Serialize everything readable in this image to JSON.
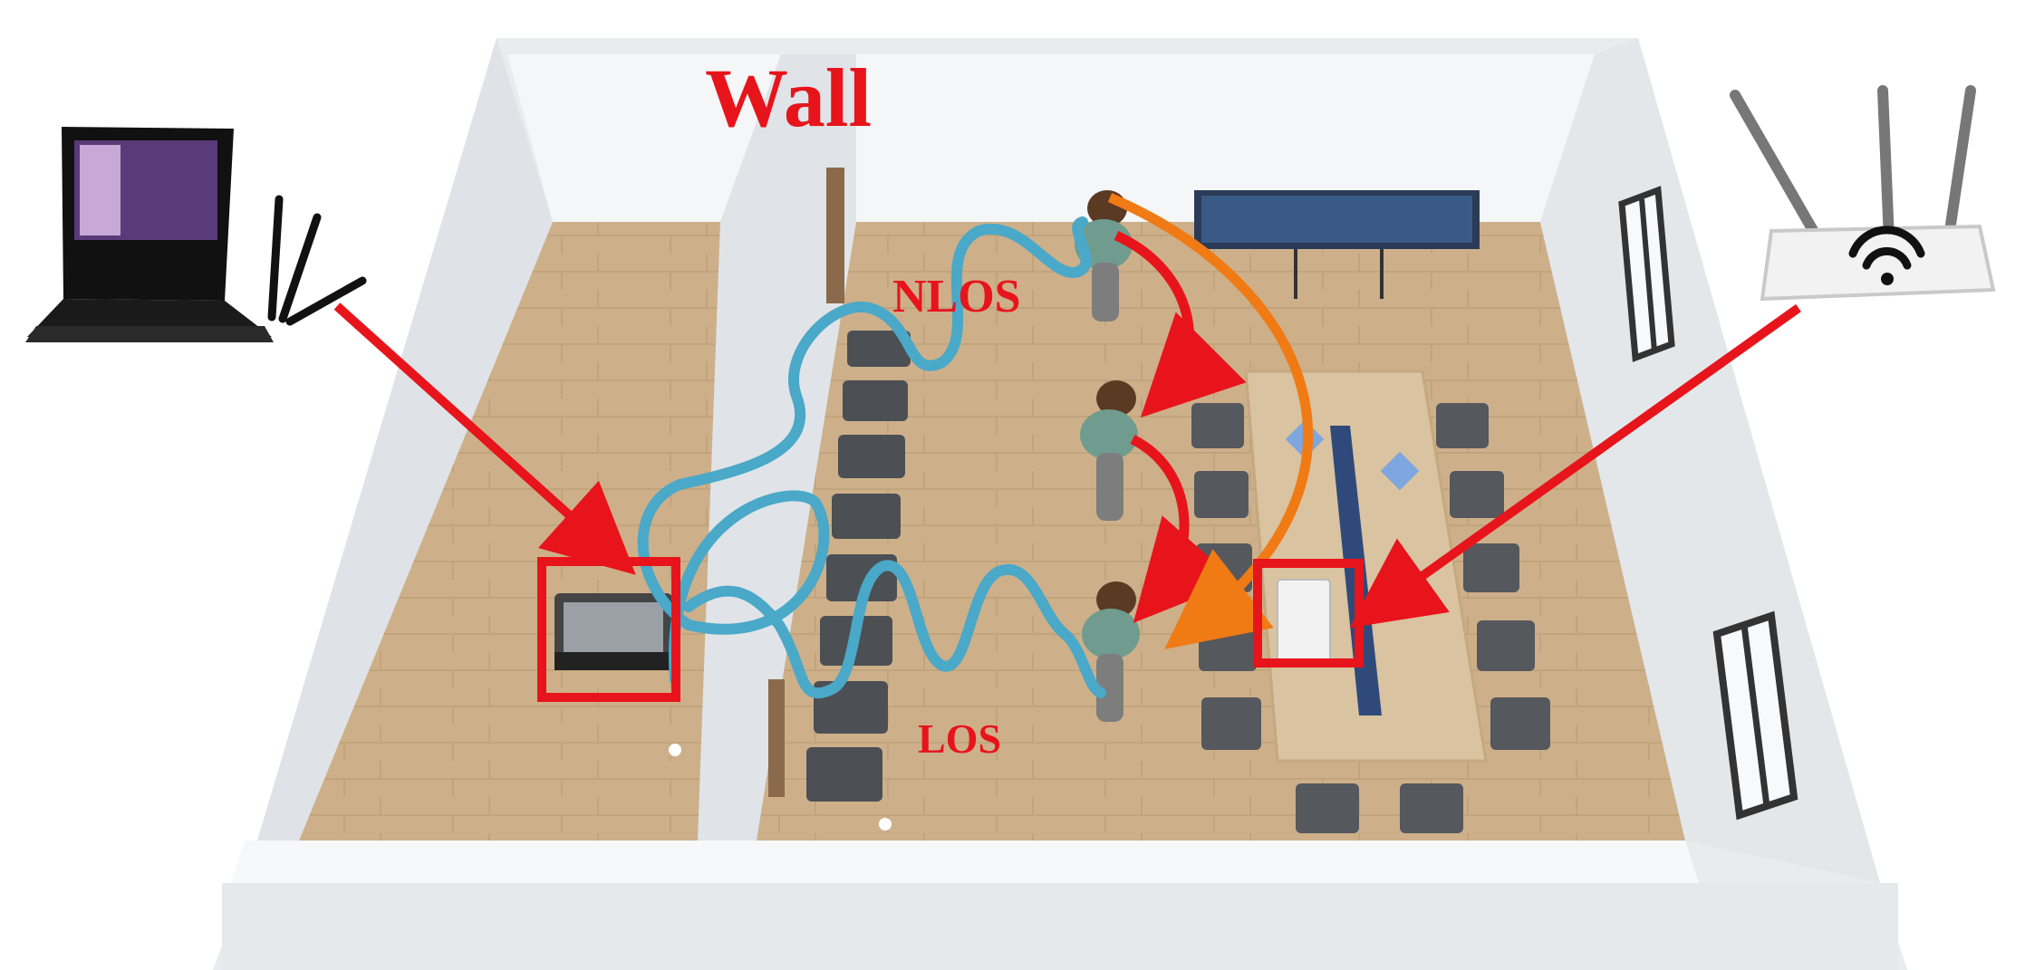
{
  "labels": {
    "wall": "Wall",
    "nlos": "NLOS",
    "los": "LOS"
  },
  "colors": {
    "annotation_red": "#e8141b",
    "nlos_wave_blue": "#4aa8c8",
    "motion_arrow_orange": "#f07a14",
    "floor_wood": "#cdb08a",
    "wall_white": "#eef0f2"
  },
  "icons": {
    "transmitter": "laptop-with-antennas-icon",
    "receiver": "wifi-router-icon"
  }
}
